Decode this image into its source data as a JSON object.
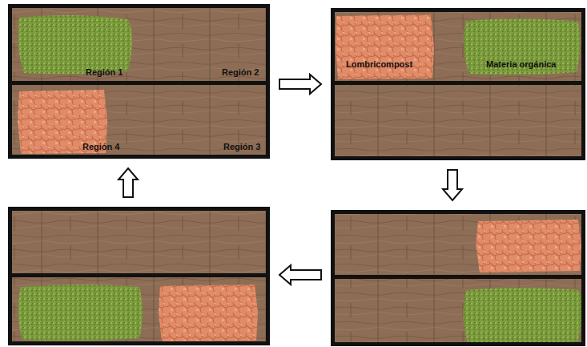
{
  "diagram": {
    "nodes": [
      {
        "text": [
          "Región 1",
          "Región 2",
          "Región 4",
          "Región 3"
        ]
      },
      {
        "text": [
          "Lombricompost",
          "Materia orgánica"
        ]
      },
      {
        "text": []
      },
      {
        "text": []
      }
    ],
    "edges": [
      {
        "from": 0,
        "to": 1,
        "arrow": "to"
      },
      {
        "from": 1,
        "to": 3,
        "arrow": "to"
      },
      {
        "from": 3,
        "to": 2,
        "arrow": "to"
      },
      {
        "from": 2,
        "to": 0,
        "arrow": "to"
      }
    ]
  }
}
